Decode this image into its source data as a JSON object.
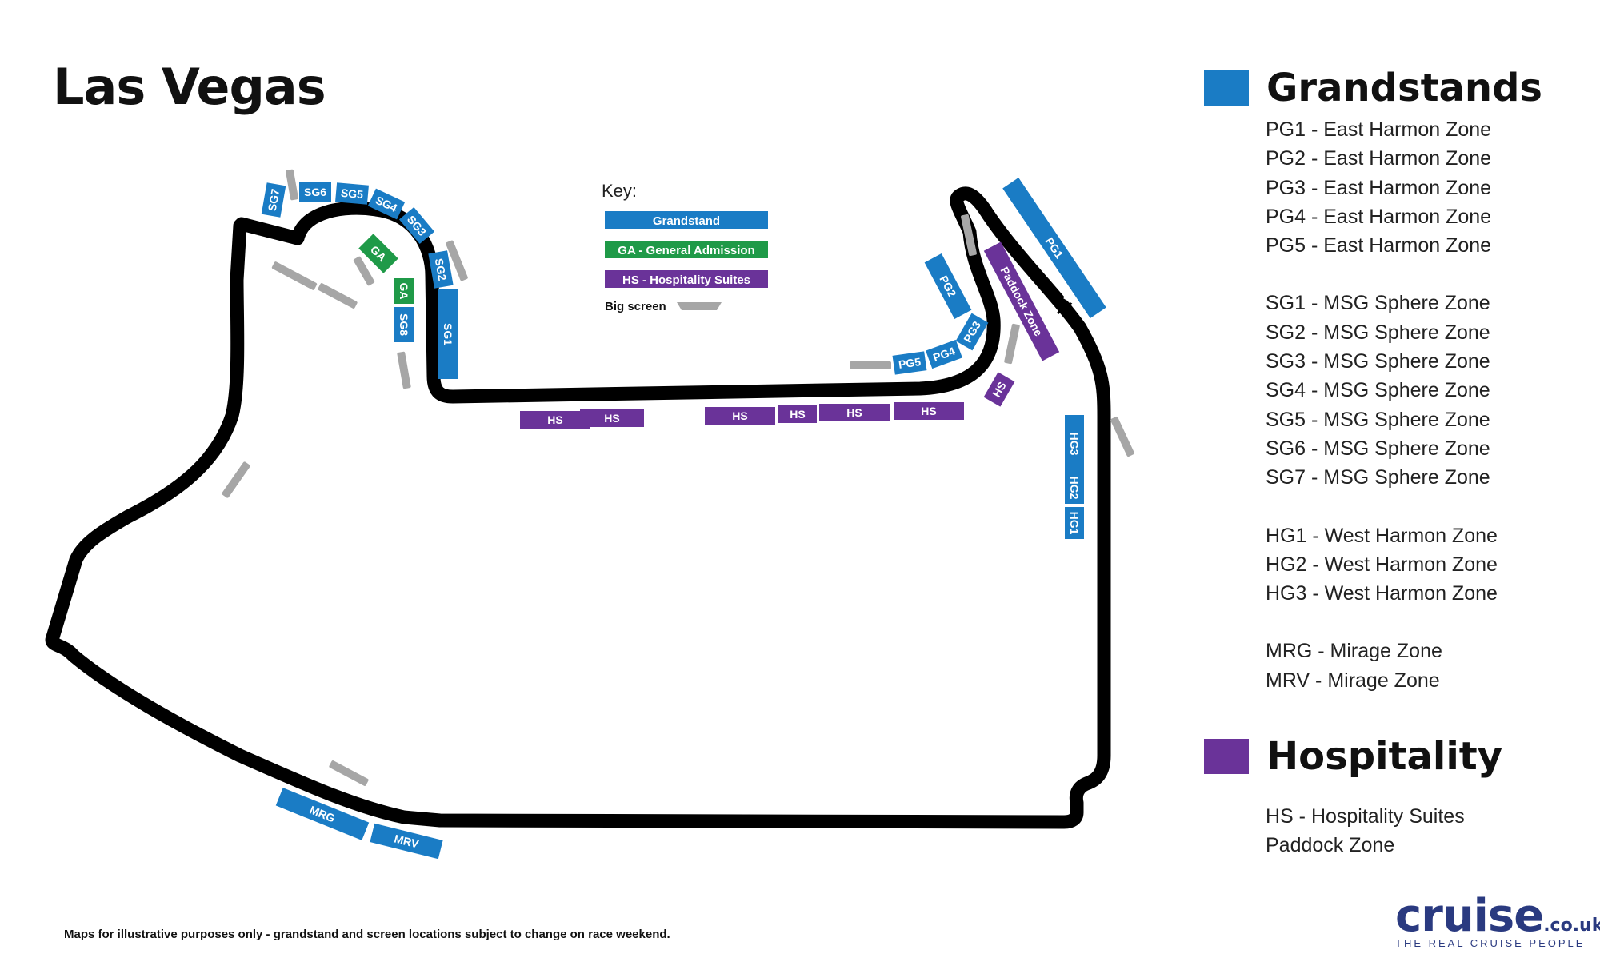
{
  "title": "Las Vegas",
  "key": {
    "heading": "Key:",
    "grandstand": "Grandstand",
    "general_admission": "GA - General Admission",
    "hospitality": "HS - Hospitality Suites",
    "big_screen": "Big screen"
  },
  "legend": {
    "grandstands_title": "Grandstands",
    "grandstands": [
      "PG1 - East Harmon Zone",
      "PG2 - East Harmon Zone",
      "PG3 - East Harmon Zone",
      "PG4 - East Harmon Zone",
      "PG5 - East Harmon Zone",
      "SG1 - MSG Sphere Zone",
      "SG2 - MSG Sphere Zone",
      "SG3 - MSG Sphere Zone",
      "SG4 - MSG Sphere Zone",
      "SG5 - MSG Sphere Zone",
      "SG6 - MSG Sphere Zone",
      "SG7 - MSG Sphere Zone",
      "HG1 - West Harmon Zone",
      "HG2 - West Harmon Zone",
      "HG3 - West Harmon Zone",
      "MRG - Mirage Zone",
      "MRV - Mirage Zone"
    ],
    "hospitality_title": "Hospitality",
    "hospitality": [
      "HS - Hospitality Suites",
      "Paddock Zone"
    ]
  },
  "map_labels": {
    "sg1": "SG1",
    "sg2": "SG2",
    "sg3": "SG3",
    "sg4": "SG4",
    "sg5": "SG5",
    "sg6": "SG6",
    "sg7": "SG7",
    "sg8": "SG8",
    "ga1": "GA",
    "ga2": "GA",
    "pg1": "PG1",
    "pg2": "PG2",
    "pg3": "PG3",
    "pg4": "PG4",
    "pg5": "PG5",
    "hg1": "HG1",
    "hg2": "HG2",
    "hg3": "HG3",
    "mrg": "MRG",
    "mrv": "MRV",
    "hs": "HS",
    "paddock": "Paddock Zone"
  },
  "colors": {
    "grandstand": "#1a7cc5",
    "general_admission": "#1f9a48",
    "hospitality": "#6a3399",
    "big_screen": "#a6a6a6",
    "track": "#000000",
    "brand": "#2a3a80"
  },
  "disclaimer": "Maps for illustrative purposes only - grandstand and screen locations subject to change on race weekend.",
  "brand": {
    "word": "cruise",
    "tld": ".co.uk",
    "tagline": "THE REAL CRUISE PEOPLE"
  }
}
